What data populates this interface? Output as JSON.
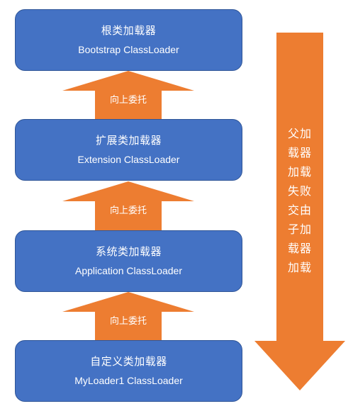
{
  "loaders": [
    {
      "zh": "根类加载器",
      "en": "Bootstrap ClassLoader"
    },
    {
      "zh": "扩展类加载器",
      "en": "Extension ClassLoader"
    },
    {
      "zh": "系统类加载器",
      "en": "Application ClassLoader"
    },
    {
      "zh": "自定义类加载器",
      "en": "MyLoader1 ClassLoader"
    }
  ],
  "delegate_label": "向上委托",
  "fallback_lines": [
    "父加",
    "载器",
    "加载",
    "失败",
    "交由",
    "子加",
    "载器",
    "加载"
  ],
  "colors": {
    "box_fill": "#4472c4",
    "box_border": "#2f5597",
    "arrow_fill": "#ed7d31",
    "text": "#ffffff"
  }
}
